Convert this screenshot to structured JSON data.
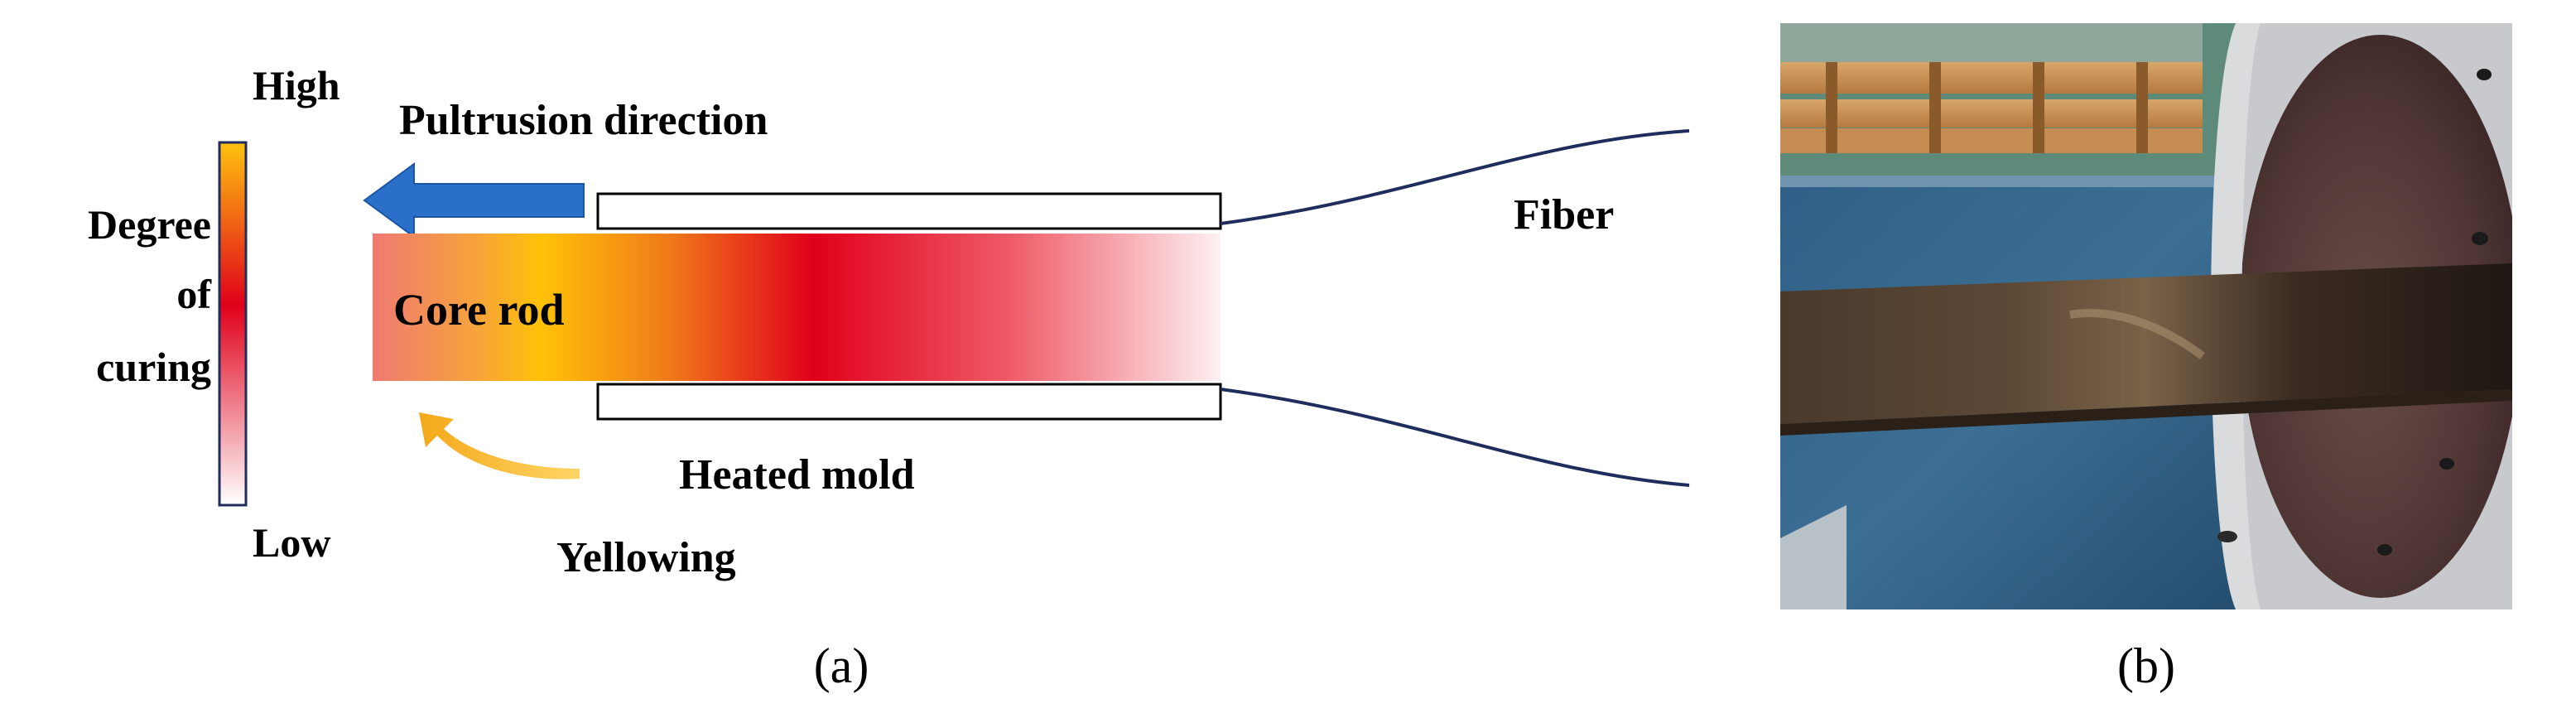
{
  "panel_a": {
    "scale": {
      "high_label": "High",
      "low_label": "Low",
      "title_lines": [
        "Degree",
        "of",
        "curing"
      ]
    },
    "pultrusion_direction_label": "Pultrusion direction",
    "core_rod_label": "Core rod",
    "heated_mold_label": "Heated mold",
    "fiber_label": "Fiber",
    "yellowing_label": "Yellowing",
    "caption": "(a)",
    "colors": {
      "arrow_blue": "#2a6fc9",
      "yellowing_arrow": "#f2b21a",
      "fiber_line": "#1f2d5c",
      "gradient": [
        "#f07a73",
        "#f6a23c",
        "#ffc107",
        "#f07a1a",
        "#e0001a",
        "#ef5a66",
        "#fde7ea"
      ]
    }
  },
  "panel_b": {
    "photo_subjects": [
      "wooden-pallet",
      "blue-workbench",
      "dark-pultruded-core-rod",
      "metal-cylinder"
    ],
    "caption": "(b)"
  }
}
